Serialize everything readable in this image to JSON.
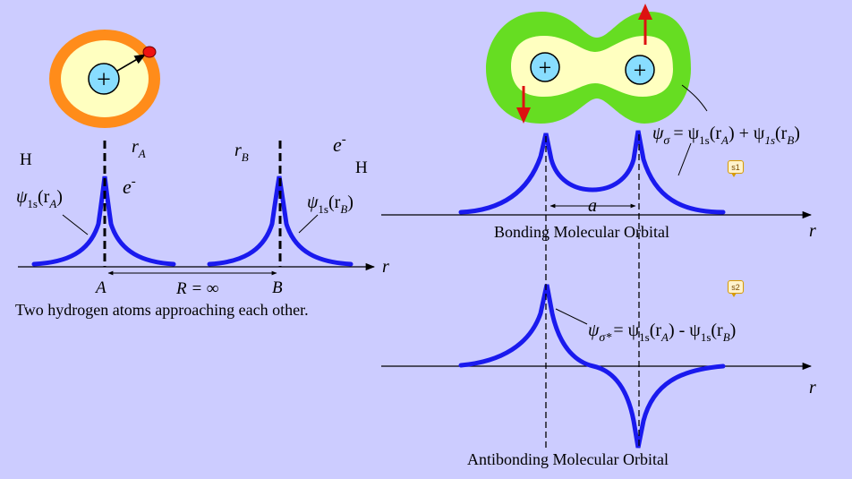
{
  "left_panel": {
    "label_H_left": "H",
    "label_H_right": "H",
    "label_rA": "r",
    "label_rA_sub": "A",
    "label_rB": "r",
    "label_rB_sub": "B",
    "label_e_left": "e",
    "label_e_right": "e",
    "minus": "-",
    "psi_left": "ψ",
    "psi_left_sub": "1s",
    "psi_left_arg": "(r",
    "psi_left_arg_sub": "A",
    "psi_left_close": ")",
    "psi_right": "ψ",
    "psi_right_sub": "1s",
    "psi_right_arg": "(r",
    "psi_right_arg_sub": "B",
    "psi_right_close": ")",
    "axis_r": "r",
    "point_A": "A",
    "point_B": "B",
    "separation": "R = ∞",
    "caption": "Two hydrogen atoms approaching each other."
  },
  "bonding": {
    "formula_psi": "ψ",
    "formula_sigma": "σ",
    "formula_rhs": "= ψ",
    "formula_sub1": "1s",
    "formula_arg1": "(r",
    "formula_arg1_sub": "A",
    "formula_mid": ") +  ψ",
    "formula_sub2": "1s",
    "formula_arg2": "(r",
    "formula_arg2_sub": "B",
    "formula_close": ")",
    "label_a": "a",
    "axis_r": "r",
    "caption": "Bonding Molecular Orbital",
    "note": "s1"
  },
  "antibonding": {
    "formula_psi": "ψ",
    "formula_sigma": "σ*",
    "formula_rhs": "= ψ",
    "formula_sub1": "1s",
    "formula_arg1": "(r",
    "formula_arg1_sub": "A",
    "formula_mid": ") - ψ",
    "formula_sub2": "1s",
    "formula_arg2": "(r",
    "formula_arg2_sub": "B",
    "formula_close": ")",
    "axis_r": "r",
    "caption": "Antibonding  Molecular Orbital",
    "note": "s2"
  },
  "nucleus_symbol": "+",
  "colors": {
    "background": "#ccccff",
    "curve": "#1a1aee",
    "orbital_outer_atom": "#ff8c1a",
    "orbital_outer_molecule": "#66dd22",
    "orbital_inner": "#ffffc0",
    "nucleus": "#88ddff",
    "electron": "#ee1111",
    "spin_arrow": "#dd1111"
  }
}
